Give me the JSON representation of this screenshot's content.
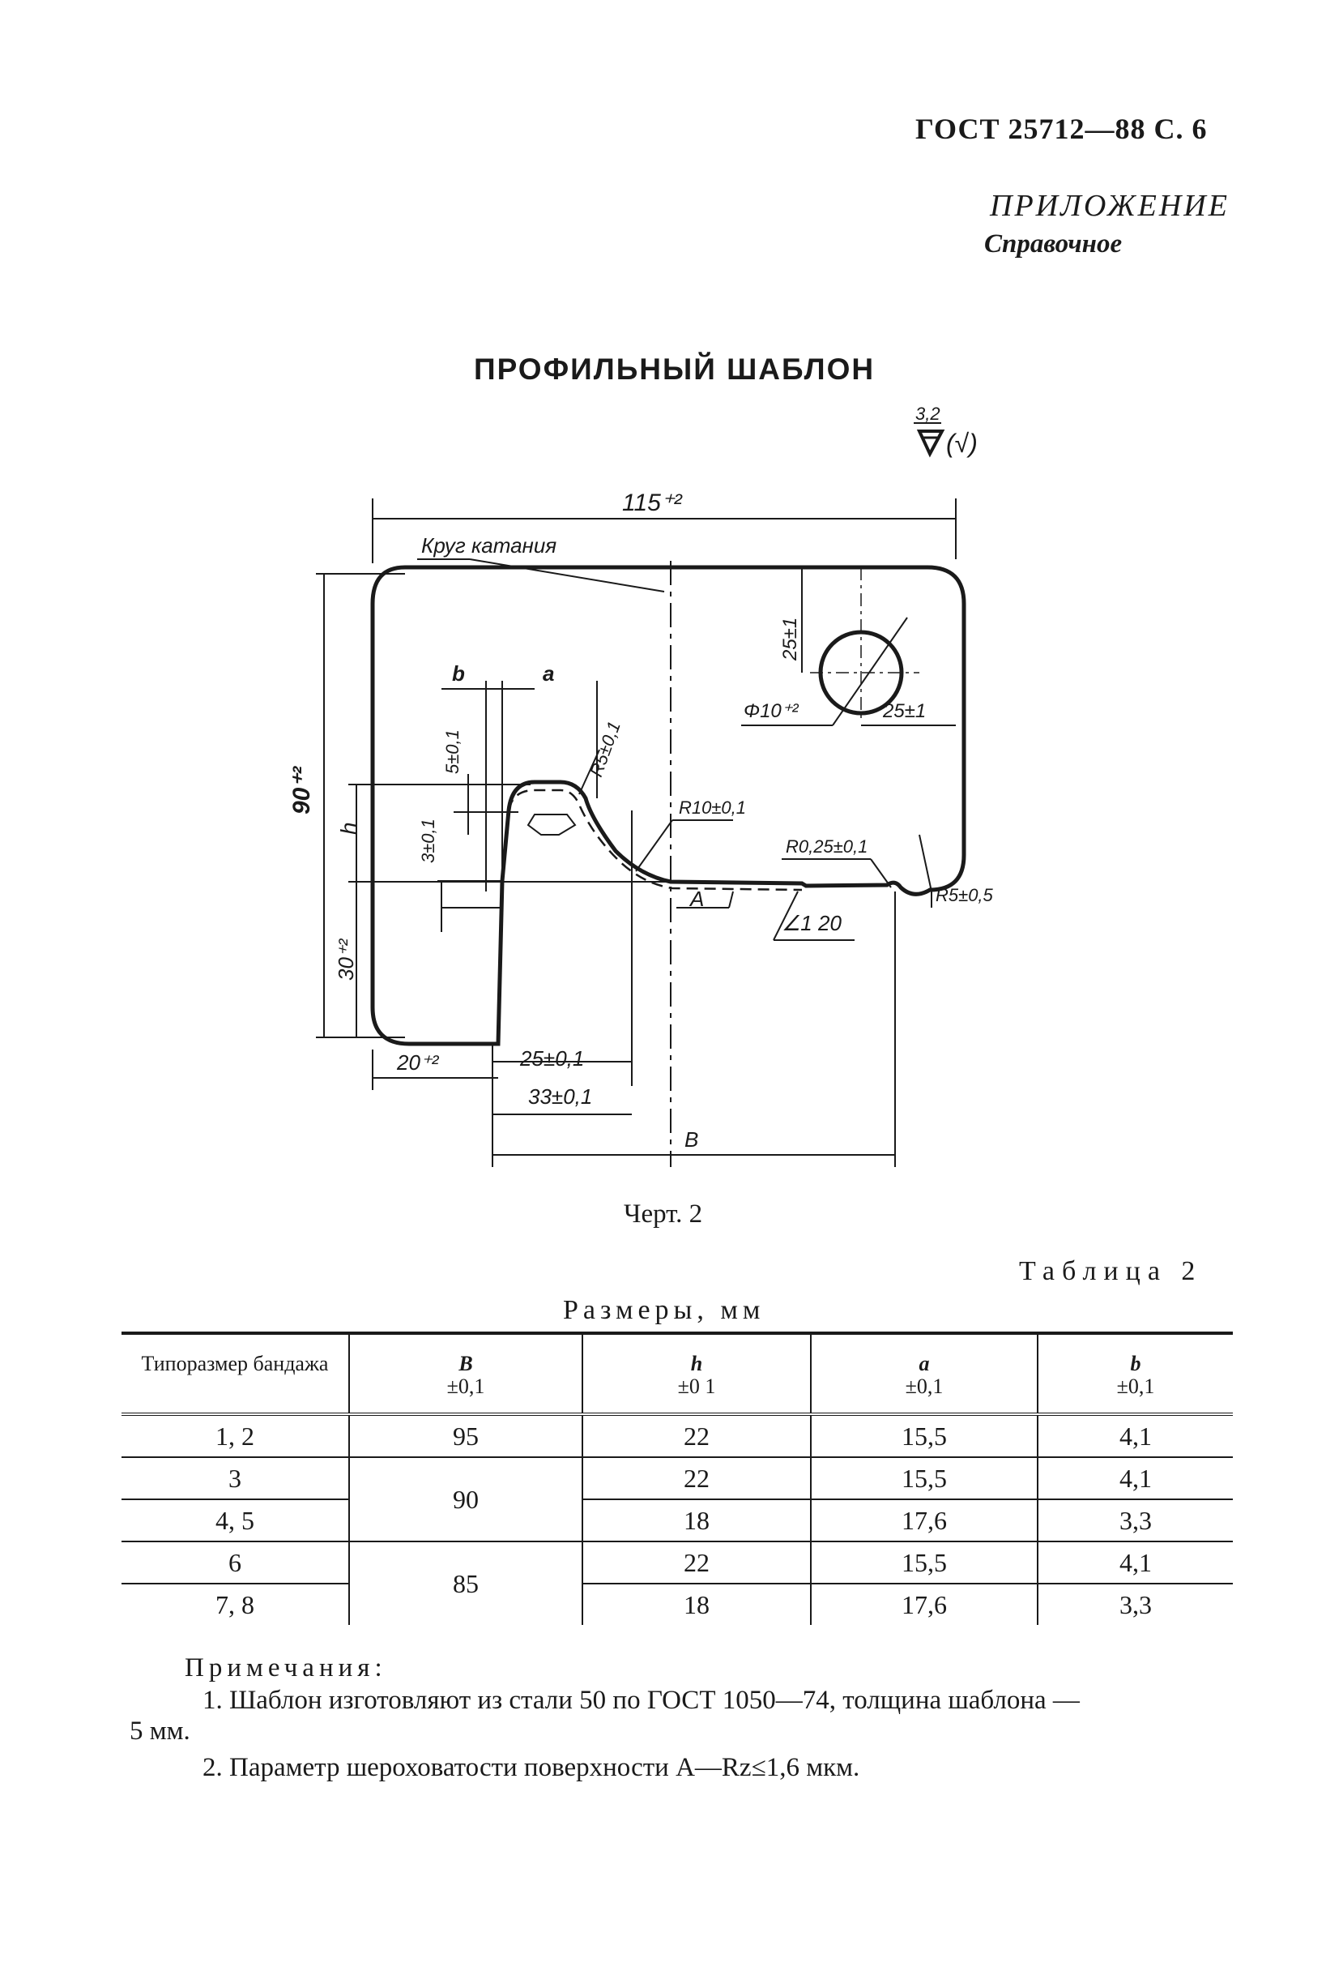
{
  "header": {
    "code": "ГОСТ 25712—88 С. 6"
  },
  "appendix": {
    "title": "ПРИЛОЖЕНИЕ",
    "subtitle": "Справочное"
  },
  "title": "ПРОФИЛЬНЫЙ ШАБЛОН",
  "drawing": {
    "roughness_value": "3,2",
    "roughness_suffix": "(√)",
    "labels": {
      "width_total": "115⁺²",
      "rolling_circle": "Круг катания",
      "height_total": "90⁺²",
      "h": "h",
      "height_lower": "30⁺²",
      "b": "b",
      "a": "a",
      "dim_5": "5±0,1",
      "dim_3": "3±0,1",
      "r5_top": "R5±0,1",
      "r10": "R10±0,1",
      "r025": "R0,25±0,1",
      "r5_right": "R5±0,5",
      "hole_offset_v": "25±1",
      "hole_dia": "Φ10⁺²",
      "hole_offset_h": "25±1",
      "surface_a": "A",
      "slope": "∠1 20",
      "bottom_20": "20⁺²",
      "bottom_25": "25±0,1",
      "bottom_33": "33±0,1",
      "bottom_b": "B"
    }
  },
  "caption": "Черт. 2",
  "table": {
    "label": "Таблица 2",
    "units": "Размеры, мм",
    "headers": [
      {
        "name": "Типоразмер бандажа",
        "tol": ""
      },
      {
        "name": "B",
        "tol": "±0,1"
      },
      {
        "name": "h",
        "tol": "±0 1"
      },
      {
        "name": "a",
        "tol": "±0,1"
      },
      {
        "name": "b",
        "tol": "±0,1"
      }
    ],
    "rows": [
      {
        "size": "1, 2",
        "h": "22",
        "a": "15,5",
        "b": "4,1"
      },
      {
        "size": "3",
        "h": "22",
        "a": "15,5",
        "b": "4,1"
      },
      {
        "size": "4, 5",
        "h": "18",
        "a": "17,6",
        "b": "3,3"
      },
      {
        "size": "6",
        "h": "22",
        "a": "15,5",
        "b": "4,1"
      },
      {
        "size": "7, 8",
        "h": "18",
        "a": "17,6",
        "b": "3,3"
      }
    ],
    "b_groups": [
      "95",
      "90",
      "85"
    ]
  },
  "notes": {
    "title": "Примечания:",
    "items": [
      "1. Шаблон изготовляют из стали 50 по ГОСТ 1050—74, толщина шаблона —",
      "5 мм.",
      "2. Параметр шероховатости поверхности A—Rz≤1,6 мкм."
    ]
  }
}
